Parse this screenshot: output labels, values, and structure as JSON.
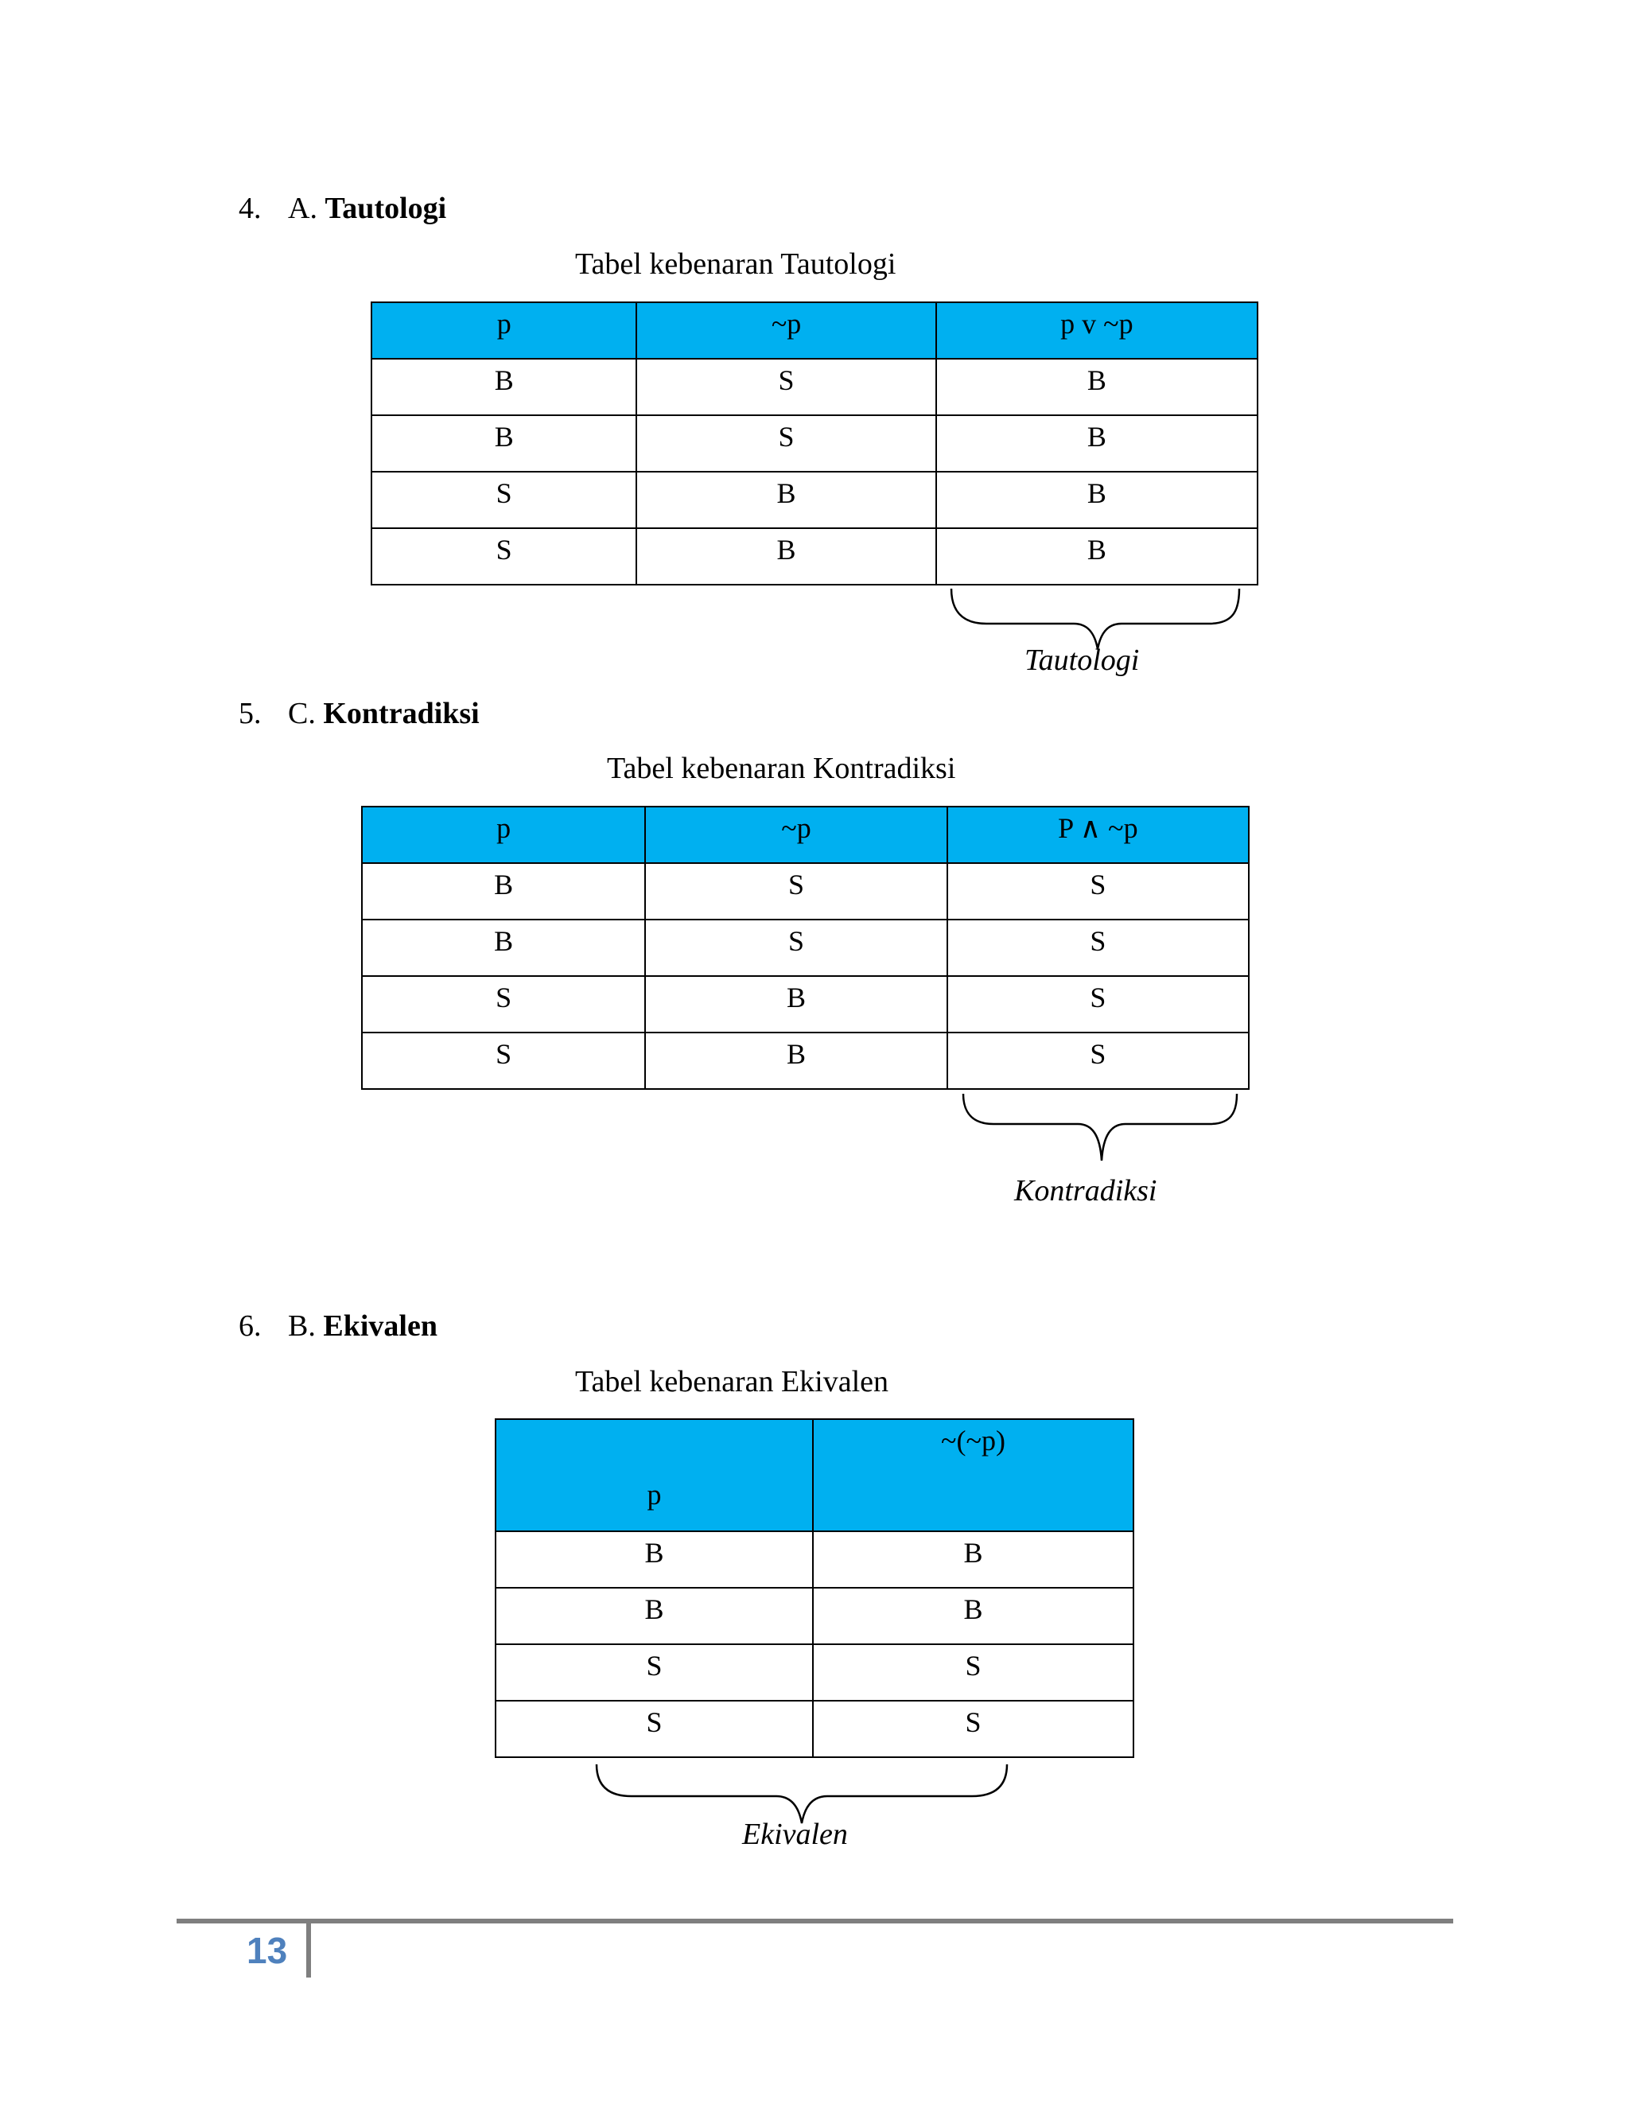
{
  "sections": [
    {
      "number": "4.",
      "letter": "A.",
      "title": "Tautologi",
      "caption": "Tabel kebenaran Tautologi",
      "headers": [
        "p",
        "~p",
        "p v ~p"
      ],
      "rows": [
        [
          "B",
          "S",
          "B"
        ],
        [
          "B",
          "S",
          "B"
        ],
        [
          "S",
          "B",
          "B"
        ],
        [
          "S",
          "B",
          "B"
        ]
      ],
      "brace_label": "Tautologi"
    },
    {
      "number": "5.",
      "letter": "C.",
      "title": "Kontradiksi",
      "caption": "Tabel kebenaran Kontradiksi",
      "headers": [
        "p",
        "~p",
        "P ∧ ~p"
      ],
      "rows": [
        [
          "B",
          "S",
          "S"
        ],
        [
          "B",
          "S",
          "S"
        ],
        [
          "S",
          "B",
          "S"
        ],
        [
          "S",
          "B",
          "S"
        ]
      ],
      "brace_label": "Kontradiksi"
    },
    {
      "number": "6.",
      "letter": "B.",
      "title": "Ekivalen",
      "caption": "Tabel kebenaran Ekivalen",
      "headers": [
        "p",
        "~(~p)"
      ],
      "rows": [
        [
          "B",
          "B"
        ],
        [
          "B",
          "B"
        ],
        [
          "S",
          "S"
        ],
        [
          "S",
          "S"
        ]
      ],
      "brace_label": "Ekivalen"
    }
  ],
  "page_number": "13"
}
